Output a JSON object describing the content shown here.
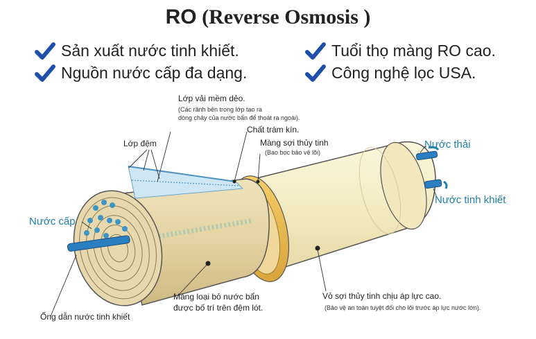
{
  "title": {
    "part1": "RO",
    "part2": " (Reverse Osmosis )"
  },
  "features": [
    "Sản xuất nước tinh khiết.",
    "Tuổi thọ màng RO cao.",
    "Nguồn nước cấp đa dạng.",
    "Công nghệ lọc USA."
  ],
  "labels": {
    "lop_vai": "Lớp vải mềm dẻo.",
    "lop_vai_note1": "(Các rãnh bên trong lớp tạo ra",
    "lop_vai_note2": "dòng chảy của nước bẩn để thoát ra ngoài).",
    "chat_tram": "Chất trám kín.",
    "mang_soi": "Màng sợi thủy tinh",
    "mang_soi_note": "(Bao bọc bảo vệ lõi)",
    "lop_dem": "Lớp đệm",
    "nuoc_thai": "Nước thải",
    "nuoc_tinh_khiet": "Nước tinh khiết",
    "nuoc_cap": "Nước cấp",
    "ong_dan": "Ống dẫn nước tinh khiết",
    "mang_loai_1": "Màng loại bỏ nước bẩn",
    "mang_loai_2": "được bố trí trên đệm lót.",
    "vo_soi": "Vỏ sợi thủy tinh chịu áp lực cao.",
    "vo_soi_note": "(Bảo vệ an toàn tuyệt đối cho lõi trước áp lực nước lớn)."
  },
  "colors": {
    "check": "#1f4fa8",
    "accent": "#1f7fa8",
    "shell": "#f6efc9",
    "core": "#e9dcb0",
    "pipe": "#2a7fc0"
  }
}
